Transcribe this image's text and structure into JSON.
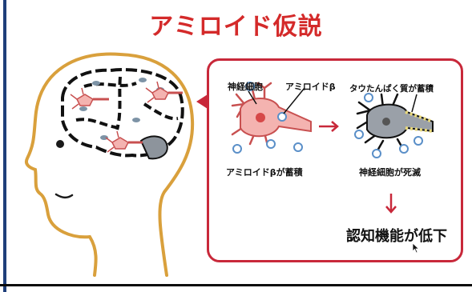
{
  "title": "アミロイド仮説",
  "panel": {
    "label_neuron": "神経細胞",
    "label_amyloid": "アミロイドβ",
    "label_tau": "タウたんぱく質が蓄積",
    "label_amyloid_accum": "アミロイドβが蓄積",
    "label_neuron_death": "神経細胞が死滅",
    "label_result": "認知機能が低下"
  },
  "colors": {
    "title": "#d42a2a",
    "panel_border": "#c8283a",
    "head_outline": "#d9a03c",
    "neuron_fill": "#f4b3b0",
    "dead_neuron_fill": "#9aa0a8",
    "amyloid": "#5a8fc8",
    "tau": "#e8d87a"
  },
  "icons": [
    "arrow-right-icon",
    "arrow-down-icon",
    "mouse-cursor-icon"
  ]
}
